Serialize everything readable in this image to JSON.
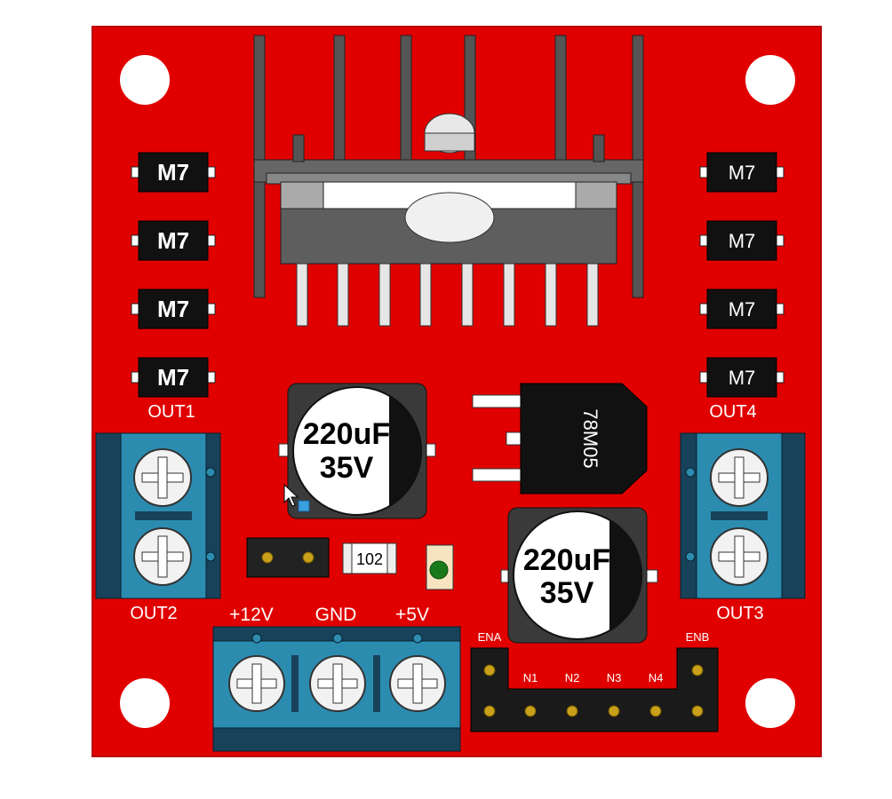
{
  "board": {
    "colors": {
      "pcb": "#e00000",
      "pcb_edge": "#b80000",
      "terminal": "#2b8cb0",
      "terminal_dark": "#17425a",
      "component_black": "#111111",
      "pin": "#c8a01a",
      "led": "#1a7a1a"
    }
  },
  "diodes": {
    "left": [
      "M7",
      "M7",
      "M7",
      "M7"
    ],
    "right": [
      "M7",
      "M7",
      "M7",
      "M7"
    ]
  },
  "outputs": {
    "out1": "OUT1",
    "out2": "OUT2",
    "out3": "OUT3",
    "out4": "OUT4"
  },
  "capacitors": [
    {
      "value": "220uF",
      "voltage": "35V"
    },
    {
      "value": "220uF",
      "voltage": "35V"
    }
  ],
  "regulator": {
    "label": "78M05"
  },
  "resistor": {
    "label": "102"
  },
  "power_terminal": {
    "labels": [
      "+12V",
      "GND",
      "+5V"
    ]
  },
  "header": {
    "ena": "ENA",
    "enb": "ENB",
    "inputs": [
      "N1",
      "N2",
      "N3",
      "N4"
    ]
  },
  "icons": [
    "mount-hole-icon",
    "screw-icon",
    "heatsink-icon",
    "led-icon",
    "cursor-icon"
  ]
}
